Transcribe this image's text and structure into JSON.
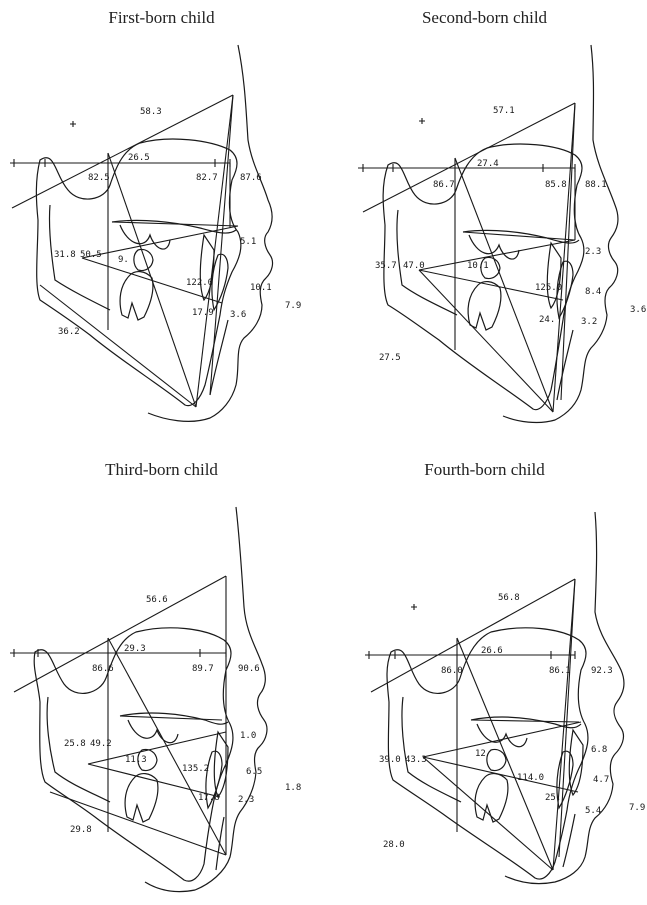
{
  "panels": [
    {
      "title": "First-born child",
      "labels": {
        "l1": "58.3",
        "l2": "26.5",
        "l3": "82.5",
        "l4": "82.7",
        "l5": "87.6",
        "l6": "5.1",
        "l7": "31.8",
        "l8": "50.5",
        "l9": "9.",
        "l10": "122.0",
        "l11": "10.1",
        "l12": "7.9",
        "l13": "17.9",
        "l14": "3.6",
        "l15": "36.2"
      }
    },
    {
      "title": "Second-born child",
      "labels": {
        "l1": "57.1",
        "l2": "27.4",
        "l3": "86.7",
        "l4": "85.8",
        "l5": "88.1",
        "l6": "2.3",
        "l7": "35.7",
        "l8": "47.0",
        "l9": "10.1",
        "l10": "125.0",
        "l11": "8.4",
        "l12": "3.6",
        "l13": "24.",
        "l14": "3.2",
        "l15": "27.5"
      }
    },
    {
      "title": "Third-born child",
      "labels": {
        "l1": "56.6",
        "l2": "29.3",
        "l3": "86.6",
        "l4": "89.7",
        "l5": "90.6",
        "l6": "1.0",
        "l7": "25.8",
        "l8": "49.2",
        "l9": "11.3",
        "l10": "135.2",
        "l11": "6.5",
        "l12": "1.8",
        "l13": "17.8",
        "l14": "2.3",
        "l15": "29.8"
      }
    },
    {
      "title": "Fourth-born child",
      "labels": {
        "l1": "56.8",
        "l2": "26.6",
        "l3": "86.0",
        "l4": "86.1",
        "l5": "92.3",
        "l6": "6.8",
        "l7": "39.0",
        "l8": "43.3",
        "l9": "12",
        "l10": "114.0",
        "l11": "4.7",
        "l12": "7.9",
        "l13": "25.",
        "l14": "5.4",
        "l15": "28.0"
      }
    }
  ]
}
